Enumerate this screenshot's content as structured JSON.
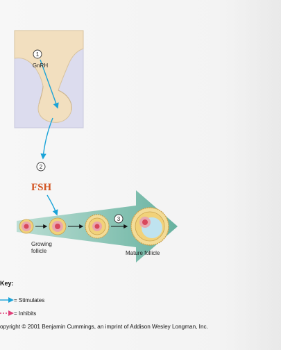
{
  "diagram": {
    "step_markers": [
      "1",
      "2",
      "3"
    ],
    "gnrh_label": "GnRH",
    "hormone_label": "FSH",
    "growing_follicle_label": [
      "Growing",
      "follicle"
    ],
    "mature_follicle_label": "Mature follicle"
  },
  "key": {
    "title": "Key:",
    "stimulates": "= Stimulates",
    "inhibits": "= Inhibits"
  },
  "copyright": "opyright © 2001 Benjamin Cummings, an imprint of Addison Wesley Longman, Inc.",
  "colors": {
    "brain_tissue": "#f2dfbf",
    "panel_bg": "#dcdcee",
    "arrow_fill": "#6fb8a6",
    "stimulates_arrow": "#1aa3d8",
    "inhibits_arrow": "#e0407a",
    "hormone_text": "#d2521f",
    "follicle_pink": "#e06a78",
    "follicle_yellow": "#f1d27a"
  }
}
